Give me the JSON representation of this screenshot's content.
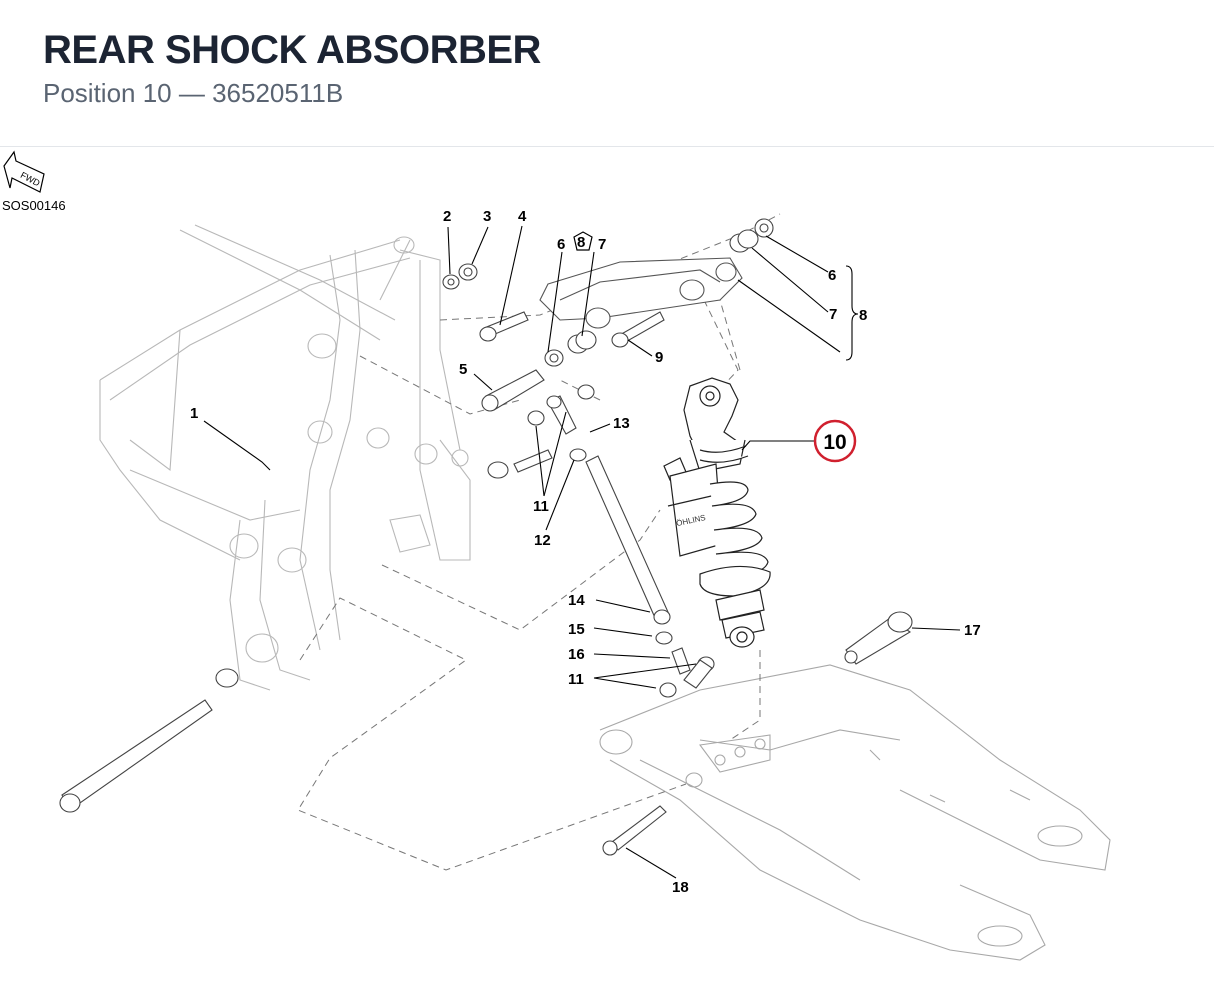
{
  "header": {
    "title": "REAR SHOCK ABSORBER",
    "subtitle": "Position 10 — 36520511B"
  },
  "diagram": {
    "reference_code": "SOS00146",
    "fwd_label": "FWD",
    "highlight_color": "#d0202e",
    "callouts": {
      "c1": "1",
      "c2": "2",
      "c3": "3",
      "c4": "4",
      "c5": "5",
      "c6a": "6",
      "c8a": "8",
      "c7a": "7",
      "c6b": "6",
      "c7b": "7",
      "c8b": "8",
      "c9": "9",
      "c10": "10",
      "c11a": "11",
      "c12": "12",
      "c13": "13",
      "c14": "14",
      "c15": "15",
      "c16": "16",
      "c11b": "11",
      "c17": "17",
      "c18": "18"
    },
    "brand_mark": "ÖHLINS"
  }
}
